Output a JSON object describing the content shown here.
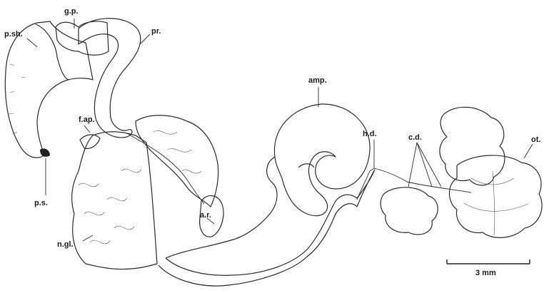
{
  "labels": {
    "psh": "p.sh.",
    "gp": "g.p.",
    "pr": "pr.",
    "fap": "f.ap.",
    "ps": "p.s.",
    "amp": "amp.",
    "hd": "h.d.",
    "cd": "c.d.",
    "ot": "ot.",
    "ar": "a.r.",
    "ngl": "n.gl."
  },
  "scale_bar": {
    "label": "3 mm"
  },
  "colors": {
    "ink": "#2a2a2a",
    "stipple": "#d9d9d9",
    "paper": "#ffffff"
  }
}
